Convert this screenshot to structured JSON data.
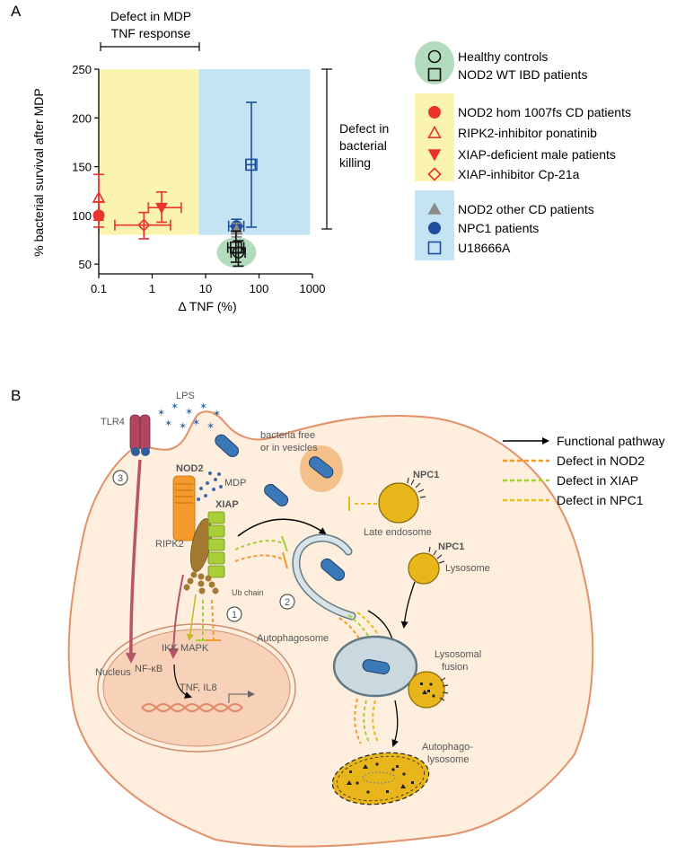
{
  "panel_a": {
    "label": "A",
    "top_bracket_line1": "Defect in MDP",
    "top_bracket_line2": "TNF response",
    "right_bracket_line1": "Defect in",
    "right_bracket_line2": "bacterial",
    "right_bracket_line3": "killing",
    "legend": [
      {
        "label": "Healthy controls",
        "marker": "circle-open",
        "color": "#111111"
      },
      {
        "label": "NOD2 WT IBD patients",
        "marker": "square-open",
        "color": "#111111"
      },
      {
        "label": "NOD2 hom 1007fs CD patients",
        "marker": "circle-filled",
        "color": "#e8342c"
      },
      {
        "label": "RIPK2-inhibitor ponatinib",
        "marker": "triangle-open",
        "color": "#e8342c"
      },
      {
        "label": "XIAP-deficient male patients",
        "marker": "triangle-down-filled",
        "color": "#e8342c"
      },
      {
        "label": "XIAP-inhibitor Cp-21a",
        "marker": "diamond-open",
        "color": "#e8342c"
      },
      {
        "label": "NOD2 other CD patients",
        "marker": "triangle-filled",
        "color": "#8a8a8a"
      },
      {
        "label": "NPC1 patients",
        "marker": "circle-filled",
        "color": "#1f4e9c"
      },
      {
        "label": "U18666A",
        "marker": "square-open",
        "color": "#1f4e9c"
      }
    ]
  },
  "chart_data": {
    "type": "scatter",
    "xlabel": "Δ TNF (%)",
    "ylabel": "% bacterial survival after MDP",
    "xscale": "log",
    "xlim": [
      0.1,
      1000
    ],
    "ylim": [
      40,
      250
    ],
    "xticks": [
      "0.1",
      "1",
      "10",
      "100",
      "1000"
    ],
    "yticks": [
      "50",
      "100",
      "150",
      "200",
      "250"
    ],
    "regions": [
      {
        "name": "defect-mdp-tnf",
        "x": [
          0.1,
          7.5
        ],
        "y": [
          80,
          250
        ],
        "color": "#fbf4ae"
      },
      {
        "name": "defect-bacterial-killing",
        "x": [
          7.5,
          900
        ],
        "y": [
          80,
          250
        ],
        "color": "#c5e4f3"
      },
      {
        "name": "healthy",
        "cx": 38,
        "cy": 62,
        "color": "#b3dcbe"
      }
    ],
    "points": [
      {
        "series": "NOD2 hom 1007fs CD patients",
        "marker": "circle-filled",
        "color": "#e8342c",
        "x": 0.1,
        "y": 100,
        "yerr": [
          88,
          114
        ],
        "xerr": null
      },
      {
        "series": "RIPK2-inhibitor ponatinib",
        "marker": "triangle-open",
        "color": "#e8342c",
        "x": 0.1,
        "y": 118,
        "yerr": [
          95,
          142
        ],
        "xerr": null
      },
      {
        "series": "XIAP-inhibitor Cp-21a",
        "marker": "diamond-open",
        "color": "#e8342c",
        "x": 0.7,
        "y": 90,
        "yerr": [
          76,
          103
        ],
        "xerr": [
          0.2,
          2.2
        ]
      },
      {
        "series": "XIAP-deficient male patients",
        "marker": "triangle-down-filled",
        "color": "#e8342c",
        "x": 1.5,
        "y": 108,
        "yerr": [
          93,
          124
        ],
        "xerr": [
          0.85,
          3.5
        ]
      },
      {
        "series": "NPC1 patients",
        "marker": "circle-filled",
        "color": "#1f4e9c",
        "x": 38,
        "y": 89,
        "yerr": [
          82,
          96
        ],
        "xerr": [
          27,
          52
        ]
      },
      {
        "series": "NOD2 other CD patients",
        "marker": "triangle-filled",
        "color": "#8a8a8a",
        "x": 38,
        "y": 85,
        "yerr": [
          78,
          92
        ],
        "xerr": null
      },
      {
        "series": "U18666A",
        "marker": "square-open",
        "color": "#1f4e9c",
        "x": 72,
        "y": 152,
        "yerr": [
          88,
          216
        ],
        "xerr": [
          57,
          85
        ]
      },
      {
        "series": "NOD2 WT IBD patients",
        "marker": "square-open",
        "color": "#111111",
        "x": 37,
        "y": 67,
        "yerr": [
          52,
          84
        ],
        "xerr": [
          26,
          52
        ]
      },
      {
        "series": "Healthy controls",
        "marker": "circle-open",
        "color": "#111111",
        "x": 41,
        "y": 62,
        "yerr": [
          48,
          74
        ],
        "xerr": [
          30,
          55
        ]
      }
    ]
  },
  "panel_b": {
    "label": "B",
    "labels": {
      "lps": "LPS",
      "tlr4": "TLR4",
      "bacteria_line1": "bacteria free",
      "bacteria_line2": "or in vesicles",
      "nod2": "NOD2",
      "mdp": "MDP",
      "xiap": "XIAP",
      "ripk2": "RIPK2",
      "ub_chain": "Ub chain",
      "npc1_top": "NPC1",
      "late_endosome": "Late endosome",
      "npc1_lyso": "NPC1",
      "lysosome": "Lysosome",
      "autophagosome": "Autophagosome",
      "lysosomal_fusion_line1": "Lysosomal",
      "lysosomal_fusion_line2": "fusion",
      "ikk": "IKK",
      "mapk": "MAPK",
      "nfkb": "NF-κB",
      "nucleus": "Nucleus",
      "tnf_il8": "TNF, IL8",
      "autophago_line1": "Autophago-",
      "autophago_line2": "lysosome",
      "num1": "1",
      "num2": "2",
      "num3": "3"
    },
    "legend": [
      {
        "label": "Functional pathway",
        "style": "arrow",
        "color": "#000000"
      },
      {
        "label": "Defect in NOD2",
        "style": "dashed",
        "color": "#f29a2e"
      },
      {
        "label": "Defect in XIAP",
        "style": "dashed",
        "color": "#a9cf38"
      },
      {
        "label": "Defect in NPC1",
        "style": "dashed",
        "color": "#e6bb1e"
      }
    ]
  }
}
